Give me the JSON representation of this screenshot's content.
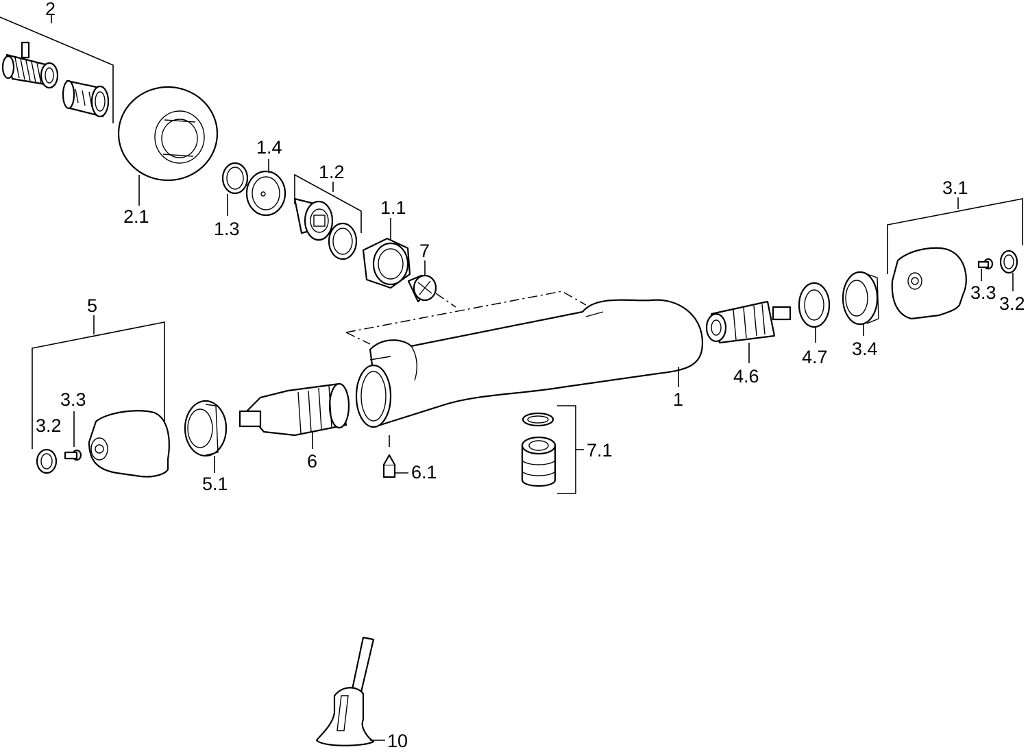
{
  "labels": {
    "l2": "2",
    "l2_1": "2.1",
    "l1_4": "1.4",
    "l1_3": "1.3",
    "l1_2": "1.2",
    "l1_1": "1.1",
    "l7": "7",
    "l3_1": "3.1",
    "l3_3r": "3.3",
    "l3_2r": "3.2",
    "l3_4": "3.4",
    "l4_7": "4.7",
    "l4_6": "4.6",
    "l1": "1",
    "l5": "5",
    "l3_3l": "3.3",
    "l3_2l": "3.2",
    "l5_1": "5.1",
    "l6": "6",
    "l6_1": "6.1",
    "l7_1": "7.1",
    "l10": "10"
  }
}
